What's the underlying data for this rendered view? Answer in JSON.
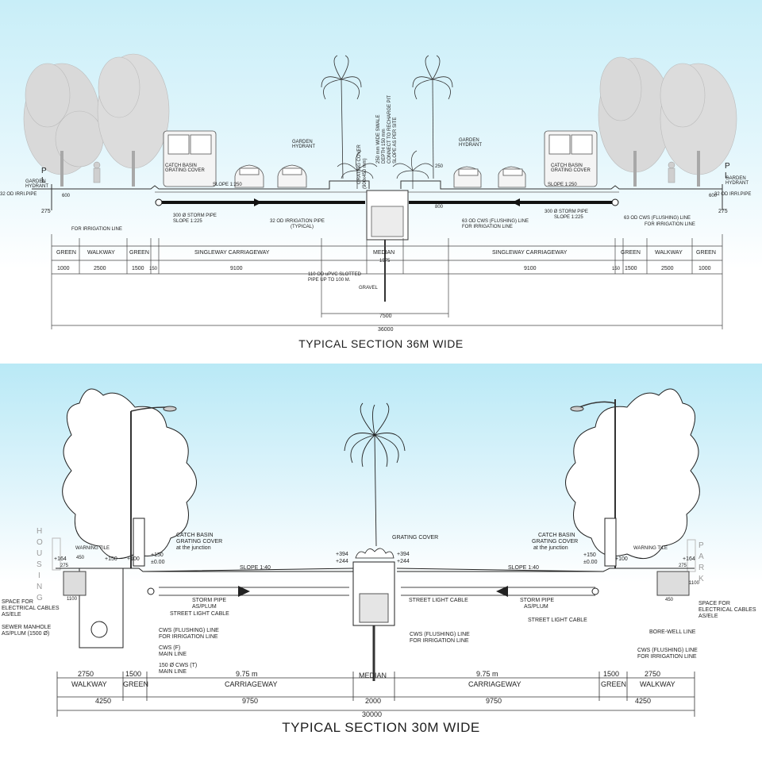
{
  "top": {
    "title": "TYPICAL SECTION 36M WIDE",
    "labels": {
      "garden_hydrant_left": "GARDEN",
      "garden_hydrant_left2": "HYDRANT",
      "irri_pipe_left": "32 OD IRRI.PIPE",
      "garden_hydrant_mid_left": "GARDEN",
      "garden_hydrant_mid_left2": "HYDRANT",
      "garden_hydrant_mid_right": "GARDEN",
      "garden_hydrant_mid_right2": "HYDRANT",
      "catch_basin_left": "CATCH BASIN",
      "grating_cover_left": "GRATING COVER",
      "catch_basin_right": "CATCH BASIN",
      "grating_cover_right": "GRATING COVER",
      "slope_left": "SLOPE 1:250",
      "slope_right": "SLOPE 1:250",
      "storm_pipe_left": "300 Ø STORM PIPE",
      "storm_slope_left": "SLOPE 1:225",
      "storm_pipe_right": "300 Ø STORM PIPE",
      "storm_slope_right": "SLOPE 1:225",
      "irrigation_pipe_mid": "32 OD IRRIGATION PIPE",
      "irrigation_pipe_mid2": "(TYPICAL)",
      "cws_left": "63 OD CWS (FLUSHING) LINE",
      "cws_left2": "FOR IRRIGATION LINE",
      "cws_right": "63 OD CWS (FLUSHING) LINE",
      "cws_right2": "FOR IRRIGATION LINE",
      "for_irrigation_left": "FOR IRRIGATION LINE",
      "median": "MEDIAN",
      "slotted_pipe": "110 OD uPVC SLOTTED",
      "slotted_pipe2": "PIPE UP TO 100 M.",
      "gravel": "GRAVEL",
      "pl_left": "P",
      "pl_left2": "L",
      "pl_right": "P",
      "pl_right2": "L",
      "val_275_left": "275",
      "val_275_right": "275",
      "val_600_left": "600",
      "val_600_right": "600",
      "val_250": "250",
      "val_800": "800",
      "vertical_note_1": "250 mm WIDE SWALE",
      "vertical_note_2": "DEPTH 150 mm",
      "vertical_note_3": "CONNECT TO RECHARGE PIT",
      "vertical_note_4": "SLOPE AS PER SITE",
      "vertical_note_5": "GRATING COVER",
      "vertical_note_6": "(900x450 mm)"
    },
    "dims_row1": [
      "GREEN",
      "WALKWAY",
      "GREEN",
      "SINGLEWAY CARRIAGEWAY",
      "MEDIAN",
      "SINGLEWAY CARRIAGEWAY",
      "GREEN",
      "WALKWAY",
      "GREEN"
    ],
    "dims_row2": [
      "1000",
      "2500",
      "1500",
      "150",
      "9100",
      "9100",
      "150",
      "1500",
      "2500",
      "1000"
    ],
    "median_dim": "1975",
    "dim_7500": "7500",
    "dim_total": "36000"
  },
  "bottom": {
    "title": "TYPICAL SECTION 30M WIDE",
    "housing": [
      "H",
      "O",
      "U",
      "S",
      "I",
      "N",
      "G"
    ],
    "park": [
      "P",
      "A",
      "R",
      "K"
    ],
    "labels": {
      "warning_tile_left": "WARNING TILE",
      "warning_tile_right": "WARNING TILE",
      "catch_basin_left": "CATCH BASIN",
      "grating_cover_left": "GRATING COVER",
      "at_junction_left": "at the junction",
      "catch_basin_right": "CATCH BASIN",
      "grating_cover_right": "GRATING COVER",
      "at_junction_right": "at the junction",
      "grating_cover_mid": "GRATING COVER",
      "slope_left": "SLOPE 1:40",
      "slope_right": "SLOPE 1:40",
      "storm_pipe_left": "STORM PIPE",
      "storm_pipe_left2": "AS/PLUM",
      "storm_pipe_right": "STORM PIPE",
      "storm_pipe_right2": "AS/PLUM",
      "street_light_left": "STREET LIGHT CABLE",
      "street_light_mid": "STREET LIGHT CABLE",
      "street_light_right": "STREET LIGHT CABLE",
      "space_elec_left": "SPACE FOR",
      "space_elec_left2": "ELECTRICAL CABLES",
      "space_elec_left3": "AS/ELE",
      "space_elec_right": "SPACE FOR",
      "space_elec_right2": "ELECTRICAL CABLES",
      "space_elec_right3": "AS/ELE",
      "sewer_manhole": "SEWER MANHOLE",
      "sewer_manhole2": "AS/PLUM (1500 Ø)",
      "cws_flushing_left": "CWS (FLUSHING) LINE",
      "cws_flushing_left2": "FOR IRRIGATION LINE",
      "cws_f": "CWS (F)",
      "main_line": "MAIN LINE",
      "cws_t": "150 Ø CWS (T)",
      "main_line2": "MAIN LINE",
      "cws_mid": "CWS (FLUSHING) LINE",
      "cws_mid2": "FOR IRRIGATION LINE",
      "bore_well": "BORE-WELL LINE",
      "cws_right": "CWS (FLUSHING) LINE",
      "cws_right2": "FOR IRRIGATION LINE",
      "lv_150_left": "+150",
      "lv_000_left": "±0.00",
      "lv_164_left": "+164",
      "lv_150b_left": "+150",
      "lv_100_left": "+100",
      "lv_394_left": "+394",
      "lv_244_left": "+244",
      "lv_394_right": "+394",
      "lv_244_right": "+244",
      "lv_150_right": "+150",
      "lv_000_right": "±0.00",
      "lv_164_right": "+164",
      "lv_100_right": "+100",
      "val_450_left": "450",
      "val_450_right": "450",
      "val_275_left": "275",
      "val_275_right": "275",
      "val_1100": "1100",
      "val_1100_right": "1100"
    },
    "dims_row1_values": [
      "2750",
      "1500",
      "9.75 m",
      "9.75 m",
      "1500",
      "2750"
    ],
    "dims_row1_labels": [
      "WALKWAY",
      "GREEN",
      "CARRIAGEWAY",
      "MEDIAN",
      "CARRIAGEWAY",
      "GREEN",
      "WALKWAY"
    ],
    "dims_row2": [
      "4250",
      "9750",
      "2000",
      "9750",
      "4250"
    ],
    "dim_total": "30000"
  }
}
